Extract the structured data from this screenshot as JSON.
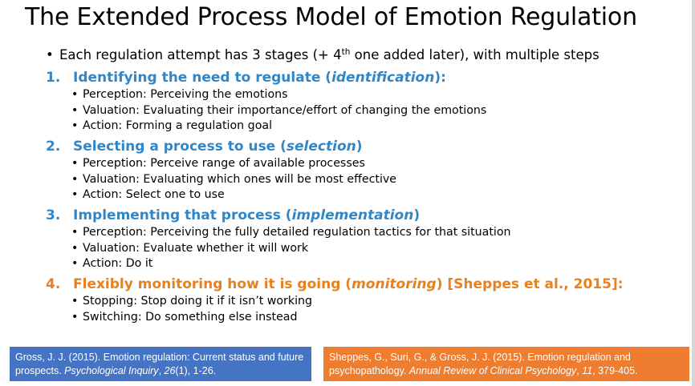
{
  "title": "The Extended Process Model of Emotion Regulation",
  "intro": {
    "bullet": "•",
    "text_before": "Each regulation attempt has 3 stages (+ 4",
    "superscript": "th",
    "text_after": " one added later), with multiple steps"
  },
  "colors": {
    "stage_blue": "#2f86c8",
    "stage_orange": "#e9801e",
    "ref_blue": "#4574c4",
    "ref_orange": "#ee7d2f"
  },
  "stages": [
    {
      "number": "1.",
      "title_before": "Identifying the need to regulate (",
      "title_italic": "identification",
      "title_after": "):",
      "steps": [
        "Perception: Perceiving the emotions",
        "Valuation: Evaluating their importance/effort of changing the emotions",
        "Action: Forming a regulation goal"
      ]
    },
    {
      "number": "2.",
      "title_before": "Selecting a process to use (",
      "title_italic": "selection",
      "title_after": ")",
      "steps": [
        "Perception: Perceive range of available processes",
        "Valuation: Evaluating which ones will be most effective",
        "Action: Select one to use"
      ]
    },
    {
      "number": "3.",
      "title_before": "Implementing that process (",
      "title_italic": "implementation",
      "title_after": ")",
      "steps": [
        "Perception: Perceiving the fully detailed regulation tactics for that situation",
        "Valuation: Evaluate whether it will work",
        "Action: Do it"
      ]
    },
    {
      "number": "4.",
      "title_before": "Flexibly monitoring how it is going (",
      "title_italic": "monitoring",
      "title_after": ") [Sheppes et al., 2015]:",
      "steps": [
        "Stopping: Stop doing it if it isn’t working",
        "Switching: Do something else instead"
      ]
    }
  ],
  "references": {
    "left": {
      "before": "Gross, J. J. (2015). Emotion regulation: Current status and future prospects. ",
      "journal": "Psychological Inquiry",
      "comma": ", ",
      "volume": "26",
      "after": "(1), 1-26."
    },
    "right": {
      "before": "Sheppes, G., Suri, G., & Gross, J. J. (2015). Emotion regulation and psychopathology. ",
      "journal": "Annual Review of Clinical Psychology",
      "comma": ", ",
      "volume": "11",
      "after": ", 379-405."
    }
  }
}
